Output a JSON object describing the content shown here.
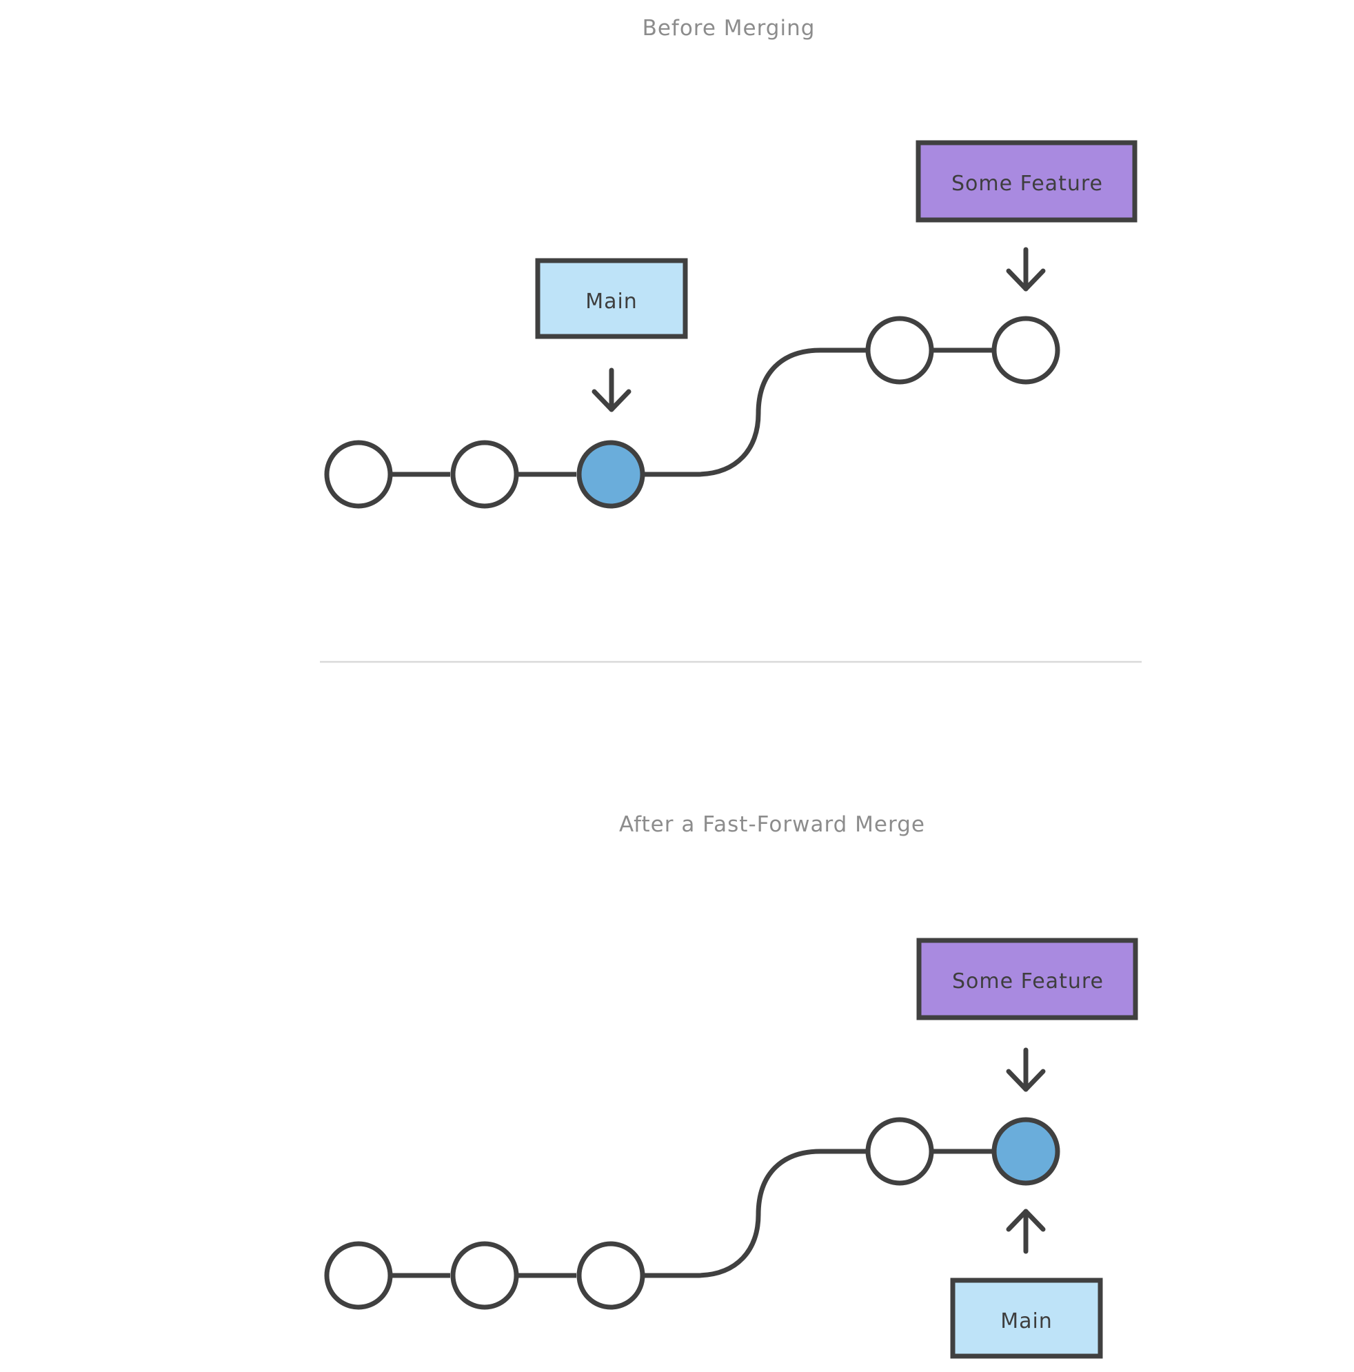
{
  "captions": {
    "before": "Before Merging",
    "after": "After a Fast-Forward Merge"
  },
  "labels": {
    "main": "Main",
    "feature": "Some Feature"
  },
  "colors": {
    "main_box": "#bee3f8",
    "feature_box": "#a98ae0",
    "active_commit": "#6aaddb",
    "stroke": "#404040",
    "divider": "#d9d9d9"
  },
  "before": {
    "main_commits": 3,
    "feature_commits": 2,
    "main_points_to": "main-commit-3",
    "feature_points_to": "feature-commit-2"
  },
  "after": {
    "main_commits": 3,
    "feature_commits": 2,
    "main_points_to": "feature-commit-2",
    "feature_points_to": "feature-commit-2"
  }
}
